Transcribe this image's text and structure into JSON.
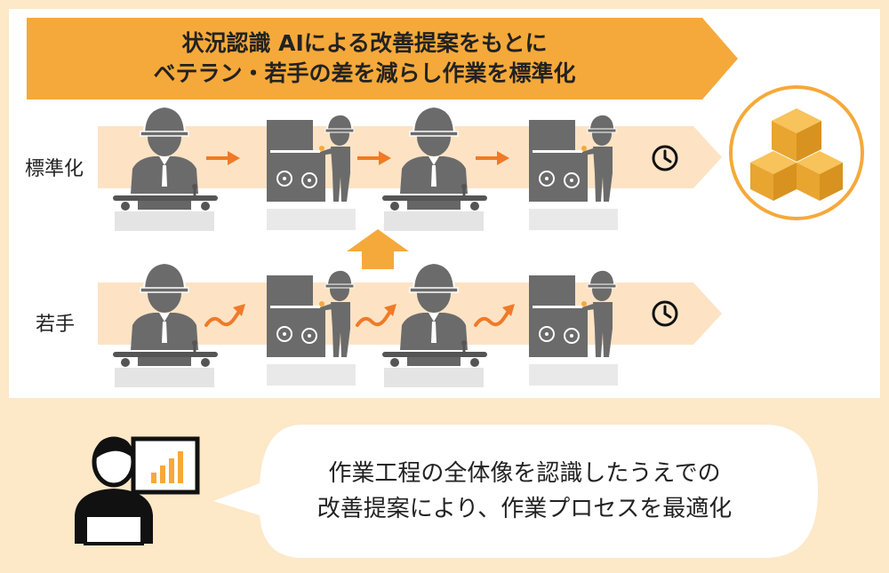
{
  "banner": {
    "line1": "状況認識 AIによる改善提案をもとに",
    "line2": "ベテラン・若手の差を減らし作業を標準化"
  },
  "lanes": {
    "standard_label": "標準化",
    "junior_label": "若手"
  },
  "bubble": {
    "line1": "作業工程の全体像を認識したうえでの",
    "line2": "改善提案により、作業プロセスを最適化"
  },
  "icons": {
    "worker": "worker-icon",
    "machine": "machine-operator-icon",
    "clock": "clock-icon",
    "boxes": "boxes-icon",
    "presenter": "presenter-icon"
  },
  "colors": {
    "banner": "#f5a93a",
    "lane": "#fde3c4",
    "arrow": "#f07a28",
    "figure": "#6b6b6b",
    "circle_border": "#f5a93a",
    "box": "#f0b040",
    "background": "#fde8c8"
  }
}
